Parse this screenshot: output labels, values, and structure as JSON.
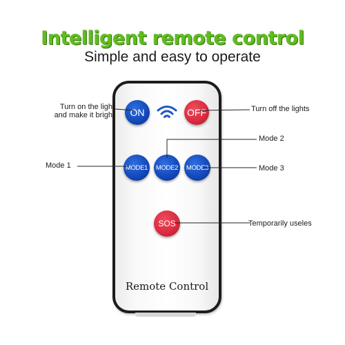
{
  "header": {
    "title": "Intelligent remote control",
    "subtitle": "Simple and easy to operate"
  },
  "remote": {
    "buttons": {
      "on": "ON",
      "off": "OFF",
      "mode1": "MODE1",
      "mode2": "MODE2",
      "mode3": "MODE3",
      "sos": "SOS"
    },
    "brand_label": "Remote Control"
  },
  "callouts": {
    "on_line1": "Turn on the light",
    "on_line2": "and make it bright",
    "off": "Turn off the lights",
    "mode1": "Mode 1",
    "mode2": "Mode 2",
    "mode3": "Mode 3",
    "sos": "Temporarily useles"
  },
  "colors": {
    "headline": "#5fbd1c",
    "button_blue": "#1247b8",
    "button_red": "#d82a3d",
    "wifi_icon": "#1e56c8"
  },
  "icons": {
    "signal": "wifi-icon"
  }
}
